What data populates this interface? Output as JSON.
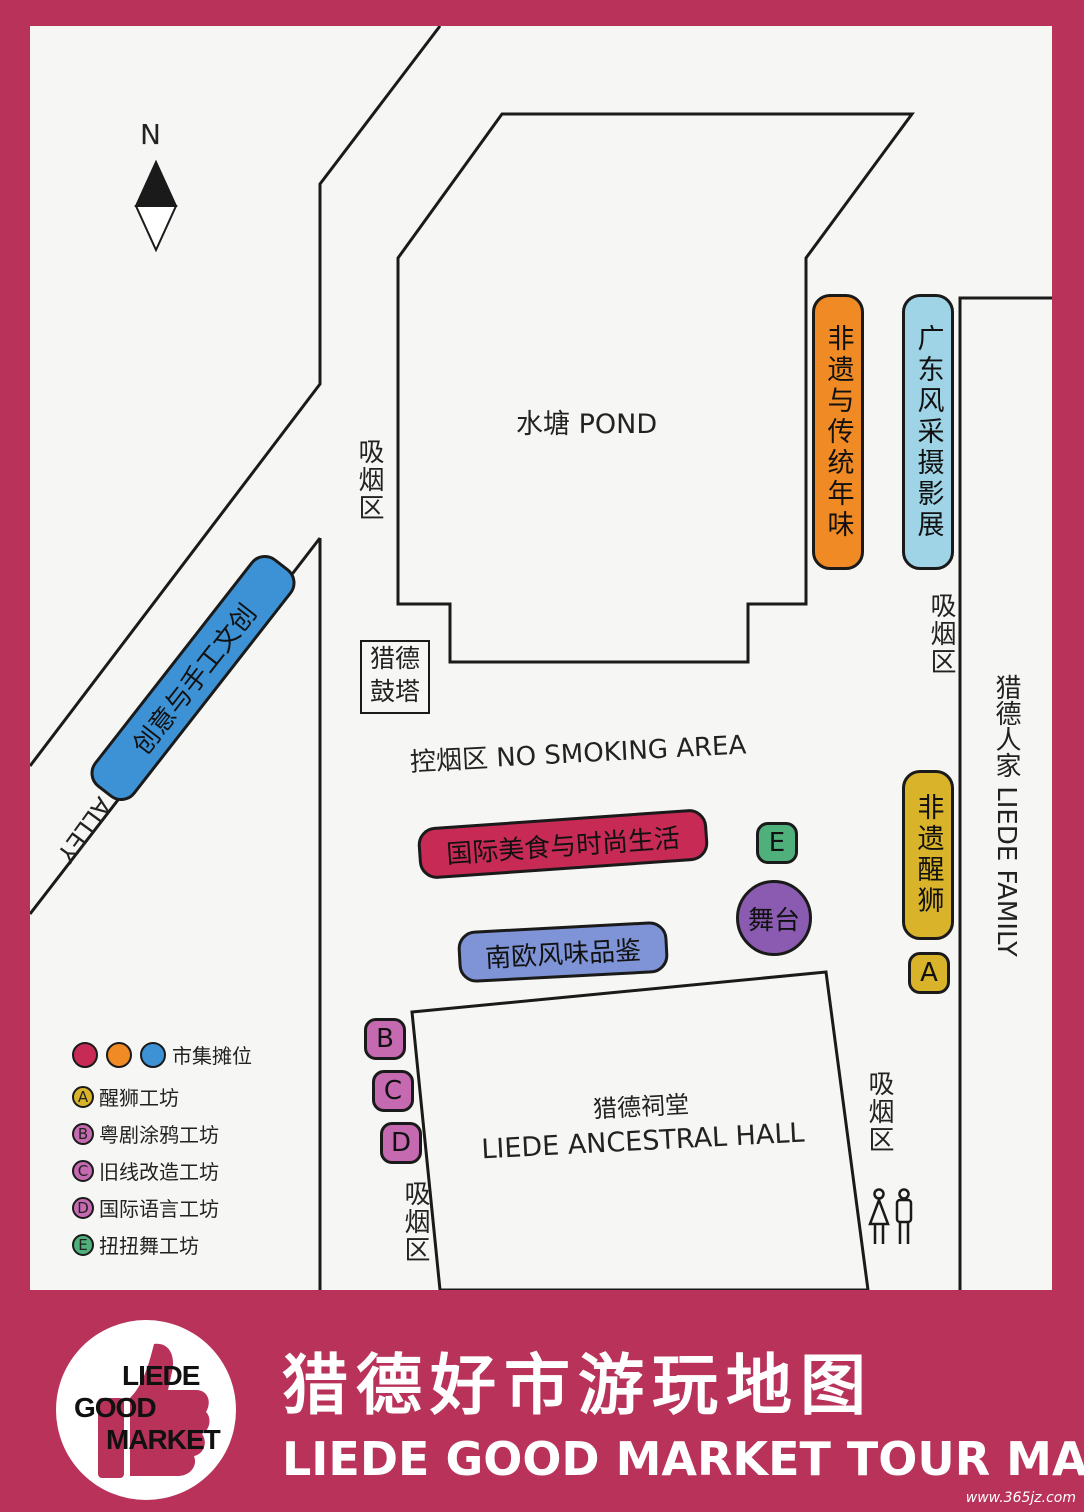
{
  "colors": {
    "frame": "#b8325a",
    "map_bg": "#f6f6f4",
    "orange": "#f08a24",
    "light_blue": "#9ed4e6",
    "blue": "#3d92d6",
    "crimson": "#c72a55",
    "periwinkle": "#7f94d6",
    "yellow": "#d9b32a",
    "pink": "#c569b0",
    "green": "#4fb07c",
    "purple": "#8a5bb0"
  },
  "compass": {
    "north_label": "N"
  },
  "pond": {
    "label": "水塘 POND"
  },
  "ancestral_hall": {
    "label_cn": "猎德祠堂",
    "label_en": "LIEDE ANCESTRAL HALL"
  },
  "no_smoking": "控烟区 NO SMOKING AREA",
  "smoking_area_label": "吸烟区",
  "drum_tower": {
    "line1": "猎德",
    "line2": "鼓塔"
  },
  "stage_label": "舞台",
  "roads": {
    "alley": "里德小道 LIEDE ALLEY",
    "family": "猎德人家 LIEDE FAMILY"
  },
  "stalls": {
    "heritage_flavor": "非遗与传统年味",
    "cantonese_photo": "广东风采摄影展",
    "creative_craft": "创意与手工文创",
    "international_food": "国际美食与时尚生活",
    "south_europe": "南欧风味品鉴",
    "lion_dance": "非遗醒狮"
  },
  "workshop_badges": [
    "A",
    "B",
    "C",
    "D",
    "E"
  ],
  "legend": {
    "market_stalls": "市集摊位",
    "items": [
      {
        "letter": "A",
        "label": "醒狮工坊"
      },
      {
        "letter": "B",
        "label": "粤剧涂鸦工坊"
      },
      {
        "letter": "C",
        "label": "旧线改造工坊"
      },
      {
        "letter": "D",
        "label": "国际语言工坊"
      },
      {
        "letter": "E",
        "label": "扭扭舞工坊"
      }
    ]
  },
  "toilet_icon": "restroom-icon",
  "logo": {
    "line1": "LIEDE",
    "line2": "GOOD",
    "line3": "MARKET"
  },
  "title_cn": "猎德好市游玩地图",
  "title_en": "LIEDE GOOD MARKET TOUR MAP",
  "watermark": "www.365jz.com"
}
